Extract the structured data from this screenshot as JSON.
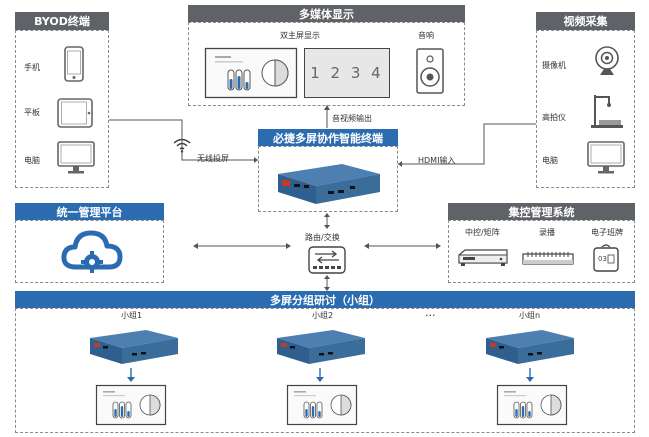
{
  "byod": {
    "title": "BYOD终端",
    "devices": [
      {
        "label": "手机"
      },
      {
        "label": "平板"
      },
      {
        "label": "电脑"
      }
    ]
  },
  "multimedia": {
    "title": "多媒体显示",
    "dual_screen_label": "双主屏显示",
    "speaker_label": "音响",
    "screen_digits": "1 2 3 4"
  },
  "video_capture": {
    "title": "视频采集",
    "devices": [
      {
        "label": "摄像机"
      },
      {
        "label": "高拍仪"
      },
      {
        "label": "电脑"
      }
    ]
  },
  "terminal": {
    "title": "必捷多屏协作智能终端"
  },
  "connections": {
    "av_output": "音视频输出",
    "wireless": "无线投屏",
    "hdmi": "HDMI输入",
    "router": "路由/交换"
  },
  "unified_platform": {
    "title": "统一管理平台"
  },
  "central_control": {
    "title": "集控管理系统",
    "devices": [
      {
        "label": "中控/矩阵"
      },
      {
        "label": "录播"
      },
      {
        "label": "电子班牌"
      }
    ]
  },
  "group": {
    "title": "多屏分组研讨（小组）",
    "items": [
      {
        "label": "小组1"
      },
      {
        "label": "小组2"
      },
      {
        "label": "小组n"
      }
    ],
    "ellipsis": "..."
  },
  "colors": {
    "accent_blue": "#2b6cb0",
    "header_gray": "#5f6266",
    "device_blue": "#3a6d9a"
  }
}
